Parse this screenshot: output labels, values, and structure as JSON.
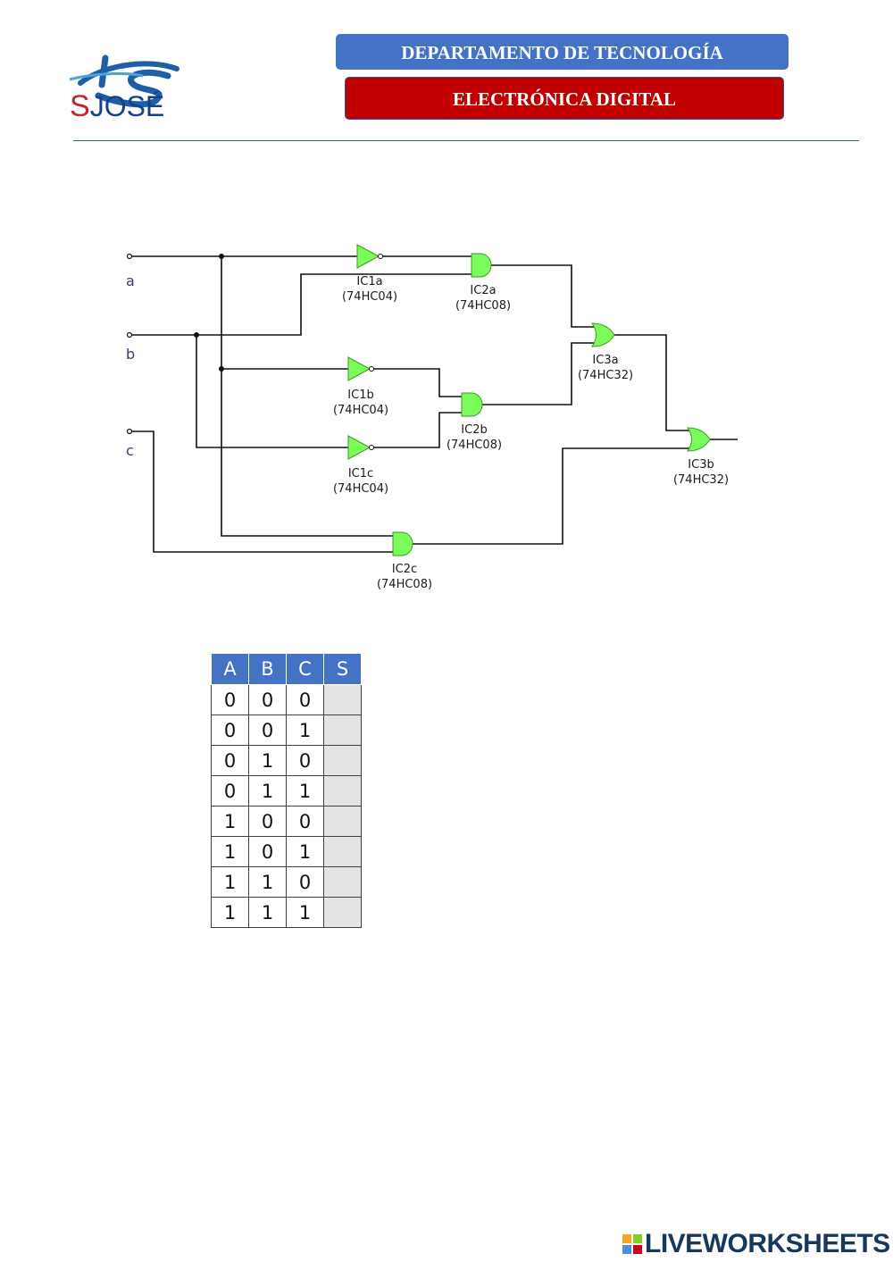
{
  "header": {
    "logo_text": "SJOSÉ",
    "department": "DEPARTAMENTO DE TECNOLOGÍA",
    "subject": "ELECTRÓNICA DIGITAL",
    "dept_color": "#4472c4",
    "subject_color": "#c00000"
  },
  "circuit": {
    "inputs": [
      "a",
      "b",
      "c"
    ],
    "gates": [
      {
        "id": "IC1a",
        "part": "(74HC04)",
        "kind": "NOT"
      },
      {
        "id": "IC1b",
        "part": "(74HC04)",
        "kind": "NOT"
      },
      {
        "id": "IC1c",
        "part": "(74HC04)",
        "kind": "NOT"
      },
      {
        "id": "IC2a",
        "part": "(74HC08)",
        "kind": "AND"
      },
      {
        "id": "IC2b",
        "part": "(74HC08)",
        "kind": "AND"
      },
      {
        "id": "IC2c",
        "part": "(74HC08)",
        "kind": "AND"
      },
      {
        "id": "IC3a",
        "part": "(74HC32)",
        "kind": "OR"
      },
      {
        "id": "IC3b",
        "part": "(74HC32)",
        "kind": "OR"
      }
    ],
    "gate_color": "#7cfc5a"
  },
  "truth_table": {
    "headers": [
      "A",
      "B",
      "C",
      "S"
    ],
    "rows": [
      [
        "0",
        "0",
        "0",
        ""
      ],
      [
        "0",
        "0",
        "1",
        ""
      ],
      [
        "0",
        "1",
        "0",
        ""
      ],
      [
        "0",
        "1",
        "1",
        ""
      ],
      [
        "1",
        "0",
        "0",
        ""
      ],
      [
        "1",
        "0",
        "1",
        ""
      ],
      [
        "1",
        "1",
        "0",
        ""
      ],
      [
        "1",
        "1",
        "1",
        ""
      ]
    ]
  },
  "footer": {
    "brand": "LIVEWORKSHEETS"
  }
}
